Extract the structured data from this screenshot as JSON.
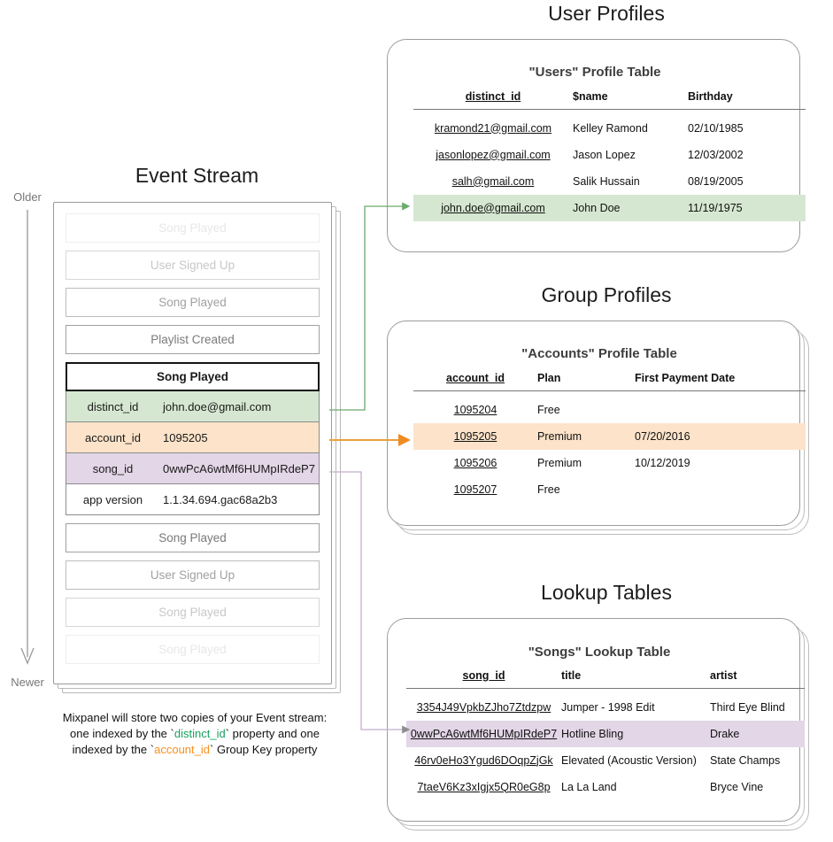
{
  "timeline": {
    "older": "Older",
    "newer": "Newer"
  },
  "event_stream": {
    "title": "Event Stream",
    "events_before": [
      {
        "label": "Song Played",
        "fade": "fade-05"
      },
      {
        "label": "User Signed Up",
        "fade": "fade-10"
      },
      {
        "label": "Song Played",
        "fade": "fade-20"
      },
      {
        "label": "Playlist Created",
        "fade": "fade-40"
      }
    ],
    "focused_event": {
      "name": "Song Played",
      "properties": [
        {
          "key": "distinct_id",
          "value": "john.doe@gmail.com",
          "highlight": "green"
        },
        {
          "key": "account_id",
          "value": "1095205",
          "highlight": "orange"
        },
        {
          "key": "song_id",
          "value": "0wwPcA6wtMf6HUMpIRdeP7",
          "highlight": "purple"
        },
        {
          "key": "app version",
          "value": "1.1.34.694.gac68a2b3",
          "highlight": "none"
        }
      ]
    },
    "events_after": [
      {
        "label": "Song Played",
        "fade": "fade-40"
      },
      {
        "label": "User Signed Up",
        "fade": "fade-20"
      },
      {
        "label": "Song Played",
        "fade": "fade-10"
      },
      {
        "label": "Song Played",
        "fade": "fade-05"
      }
    ],
    "caption": {
      "line1": "Mixpanel will store two copies of your Event stream:",
      "line2_a": "one indexed by the ",
      "line2_token": "distinct_id",
      "line2_b": " property and one",
      "line3_a": "indexed by the ",
      "line3_token": "account_id",
      "line3_b": " Group Key property"
    }
  },
  "user_profiles": {
    "section_title": "User Profiles",
    "table_title": "\"Users\" Profile Table",
    "columns": [
      "distinct_id",
      "$name",
      "Birthday"
    ],
    "rows": [
      {
        "cells": [
          "kramond21@gmail.com",
          "Kelley Ramond",
          "02/10/1985"
        ],
        "highlight": "none"
      },
      {
        "cells": [
          "jasonlopez@gmail.com",
          "Jason Lopez",
          "12/03/2002"
        ],
        "highlight": "none"
      },
      {
        "cells": [
          "salh@gmail.com",
          "Salik Hussain",
          "08/19/2005"
        ],
        "highlight": "none"
      },
      {
        "cells": [
          "john.doe@gmail.com",
          "John Doe",
          "11/19/1975"
        ],
        "highlight": "green"
      }
    ]
  },
  "group_profiles": {
    "section_title": "Group Profiles",
    "table_title": "\"Accounts\" Profile Table",
    "columns": [
      "account_id",
      "Plan",
      "First Payment Date"
    ],
    "rows": [
      {
        "cells": [
          "1095204",
          "Free",
          ""
        ],
        "highlight": "none"
      },
      {
        "cells": [
          "1095205",
          "Premium",
          "07/20/2016"
        ],
        "highlight": "orange"
      },
      {
        "cells": [
          "1095206",
          "Premium",
          "10/12/2019"
        ],
        "highlight": "none"
      },
      {
        "cells": [
          "1095207",
          "Free",
          ""
        ],
        "highlight": "none"
      }
    ]
  },
  "lookup_tables": {
    "section_title": "Lookup Tables",
    "table_title": "\"Songs\" Lookup Table",
    "columns": [
      "song_id",
      "title",
      "artist"
    ],
    "rows": [
      {
        "cells": [
          "3354J49VpkbZJho7Ztdzpw",
          "Jumper - 1998 Edit",
          "Third Eye Blind"
        ],
        "highlight": "none"
      },
      {
        "cells": [
          "0wwPcA6wtMf6HUMpIRdeP7",
          "Hotline Bling",
          "Drake"
        ],
        "highlight": "purple"
      },
      {
        "cells": [
          "46rv0eHo3Ygud6DOqpZjGk",
          "Elevated (Acoustic Version)",
          "State Champs"
        ],
        "highlight": "none"
      },
      {
        "cells": [
          "7taeV6Kz3xIgjx5QR0eG8p",
          "La La Land",
          "Bryce Vine"
        ],
        "highlight": "none"
      }
    ]
  },
  "colors": {
    "green": "#d6e7d1",
    "orange": "#fce3c9",
    "purple": "#e3d6e7",
    "green_line": "#6aab6a",
    "orange_line": "#e9a23b",
    "purple_line": "#c3aecb",
    "gray_line": "#8d8d8d"
  }
}
